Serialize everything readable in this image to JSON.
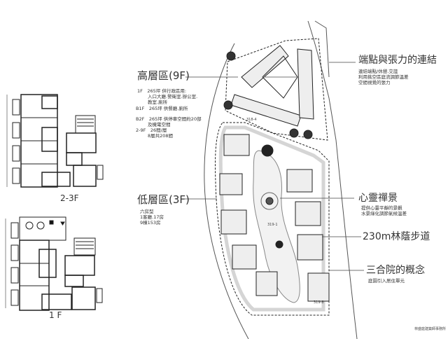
{
  "floor_plans": {
    "upper_label": "2-3F",
    "ground_label": "1 F"
  },
  "high_rise": {
    "title": "高層區(9F)",
    "lines": [
      "1F　265坪 供行政區用:",
      "入口大廳.警衛室.辦公室.",
      "教室.廁所",
      "B1F　265坪 供餐廳.廁所",
      "B2F　265坪 供停車空間約20部",
      "及機電空間",
      "2-9F　26間/層",
      "8層共208間"
    ]
  },
  "low_rise": {
    "title": "低層區(3F)",
    "lines": [
      "六房型",
      "1客廳.17房",
      "9棟153房"
    ]
  },
  "annotations": [
    {
      "title": "端點與張力的連結",
      "lines": [
        "連結端點/休憩.交誼",
        "利用挑空區庭流調節溫差",
        "空間視覺的張力"
      ]
    },
    {
      "title": "心靈禪景",
      "lines": [
        "提供心靈平靜的景觀",
        "水景綠化調節氣候溫差"
      ]
    },
    {
      "title": "230m林蔭步道",
      "lines": []
    },
    {
      "title": "三合院的概念",
      "lines": [
        "庭園引入居住單元"
      ]
    }
  ],
  "site_labels": [
    "318-4",
    "319-1",
    "319-8"
  ],
  "footer": "林盛庭建築師事務所"
}
